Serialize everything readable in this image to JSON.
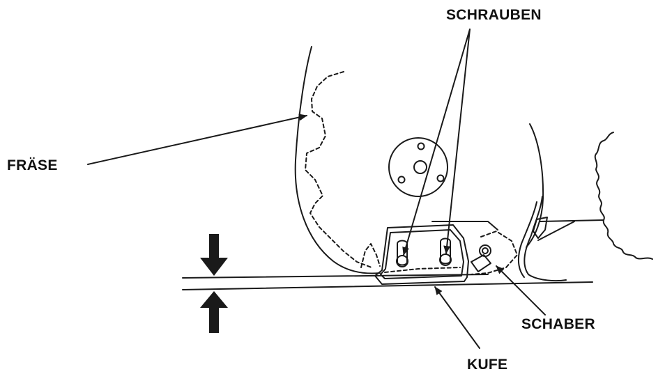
{
  "labels": {
    "schrauben": "SCHRAUBEN",
    "fraese": "FRÄSE",
    "schaber": "SCHABER",
    "kufe": "KUFE"
  },
  "colors": {
    "line": "#1a1a1a",
    "background": "#ffffff"
  }
}
